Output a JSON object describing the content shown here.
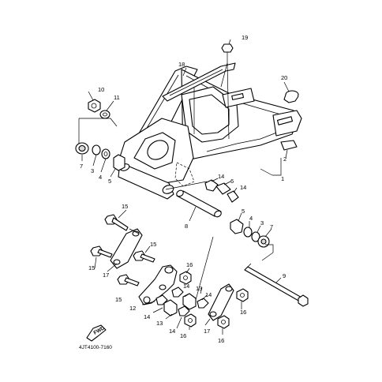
{
  "diagram": {
    "callouts": [
      {
        "id": "c19",
        "label": "19"
      },
      {
        "id": "c18",
        "label": "18"
      },
      {
        "id": "c20",
        "label": "20"
      },
      {
        "id": "c10",
        "label": "10"
      },
      {
        "id": "c11",
        "label": "11"
      },
      {
        "id": "c7a",
        "label": "7"
      },
      {
        "id": "c3a",
        "label": "3"
      },
      {
        "id": "c4a",
        "label": "4"
      },
      {
        "id": "c5a",
        "label": "5"
      },
      {
        "id": "c2",
        "label": "2"
      },
      {
        "id": "c1",
        "label": "1"
      },
      {
        "id": "c14a",
        "label": "14"
      },
      {
        "id": "c6",
        "label": "6"
      },
      {
        "id": "c14b",
        "label": "14"
      },
      {
        "id": "c15a",
        "label": "15"
      },
      {
        "id": "c8",
        "label": "8"
      },
      {
        "id": "c5b",
        "label": "5"
      },
      {
        "id": "c4b",
        "label": "4"
      },
      {
        "id": "c3b",
        "label": "3"
      },
      {
        "id": "c7b",
        "label": "7"
      },
      {
        "id": "c15b",
        "label": "15"
      },
      {
        "id": "c15c",
        "label": "15"
      },
      {
        "id": "c17a",
        "label": "17"
      },
      {
        "id": "c16a",
        "label": "16"
      },
      {
        "id": "c9",
        "label": "9"
      },
      {
        "id": "c14c",
        "label": "14"
      },
      {
        "id": "c13a",
        "label": "13"
      },
      {
        "id": "c14d",
        "label": "14"
      },
      {
        "id": "c15d",
        "label": "15"
      },
      {
        "id": "c12",
        "label": "12"
      },
      {
        "id": "c14e",
        "label": "14"
      },
      {
        "id": "c13b",
        "label": "13"
      },
      {
        "id": "c14f",
        "label": "14"
      },
      {
        "id": "c16b",
        "label": "16"
      },
      {
        "id": "c17b",
        "label": "17"
      },
      {
        "id": "c16c",
        "label": "16"
      },
      {
        "id": "c16d",
        "label": "16"
      }
    ],
    "fwd_label": "FWD",
    "drawing_code": "4JT4100-7160"
  }
}
